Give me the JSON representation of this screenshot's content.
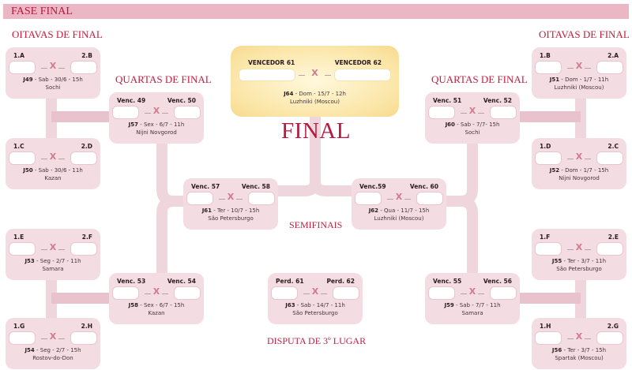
{
  "header": {
    "title": "FASE FINAL"
  },
  "headings": {
    "oitavas_left": "OITAVAS DE FINAL",
    "oitavas_right": "OITAVAS DE FINAL",
    "quartas_left": "QUARTAS DE FINAL",
    "quartas_right": "QUARTAS DE FINAL",
    "final": "FINAL",
    "semifinais": "SEMIFINAIS",
    "terceiro": "DISPUTA DE 3º LUGAR"
  },
  "separator": "X",
  "matches": {
    "j49": {
      "a": "1.A",
      "b": "2.B",
      "code": "J49",
      "date": " - Sab - 30/6 - 15h",
      "city": "Sochi"
    },
    "j50": {
      "a": "1.C",
      "b": "2.D",
      "code": "J50",
      "date": " - Sab - 30/6 - 11h",
      "city": "Kazan"
    },
    "j53": {
      "a": "1.E",
      "b": "2.F",
      "code": "J53",
      "date": " - Seg - 2/7 - 11h",
      "city": "Samara"
    },
    "j54": {
      "a": "1.G",
      "b": "2.H",
      "code": "J54",
      "date": " - Seg - 2/7 - 15h",
      "city": "Rostov-do-Don"
    },
    "j57": {
      "a": "Venc. 49",
      "b": "Venc. 50",
      "code": "J57",
      "date": " - Sex - 6/7 - 11h",
      "city": "Nijni Novgorod"
    },
    "j58": {
      "a": "Venc. 53",
      "b": "Venc. 54",
      "code": "J58",
      "date": " - Sex - 6/7 - 15h",
      "city": "Kazan"
    },
    "j61": {
      "a": "Venc. 57",
      "b": "Venc. 58",
      "code": "J61",
      "date": " - Ter - 10/7 - 15h",
      "city": "São Petersburgo"
    },
    "j62": {
      "a": "Venc.59",
      "b": "Venc. 60",
      "code": "J62",
      "date": " - Qua - 11/7 - 15h",
      "city": "Luzhniki (Moscou)"
    },
    "j63": {
      "a": "Perd. 61",
      "b": "Perd. 62",
      "code": "J63",
      "date": " - Sab - 14/7 - 11h",
      "city": "São Petersburgo"
    },
    "j64": {
      "a": "VENCEDOR 61",
      "b": "VENCEDOR 62",
      "code": "J64",
      "date": " - Dom - 15/7 - 12h",
      "city": "Luzhniki (Moscou)"
    },
    "j60": {
      "a": "Venc. 51",
      "b": "Venc. 52",
      "code": "J60",
      "date": " - Sab - 7/7- 15h",
      "city": "Sochi"
    },
    "j59": {
      "a": "Venc. 55",
      "b": "Venc. 56",
      "code": "J59",
      "date": " - Sab - 7/7 - 11h",
      "city": "Samara"
    },
    "j51": {
      "a": "1.B",
      "b": "2.A",
      "code": "J51",
      "date": " - Dom - 1/7 - 11h",
      "city": "Luzhniki (Moscou)"
    },
    "j52": {
      "a": "1.D",
      "b": "2.C",
      "code": "J52",
      "date": " - Dom - 1/7 - 15h",
      "city": "Nijni Novgorod"
    },
    "j55": {
      "a": "1.F",
      "b": "2.E",
      "code": "J55",
      "date": " - Ter - 3/7 - 11h",
      "city": "São Petersburgo"
    },
    "j56": {
      "a": "1.H",
      "b": "2.G",
      "code": "J56",
      "date": " - Ter - 3/7 - 15h",
      "city": "Spartak (Moscou)"
    }
  },
  "colors": {
    "accent": "#c0203f",
    "card": "#f3dde2",
    "connector": "#eed4da",
    "header": "#ebb7c4"
  }
}
